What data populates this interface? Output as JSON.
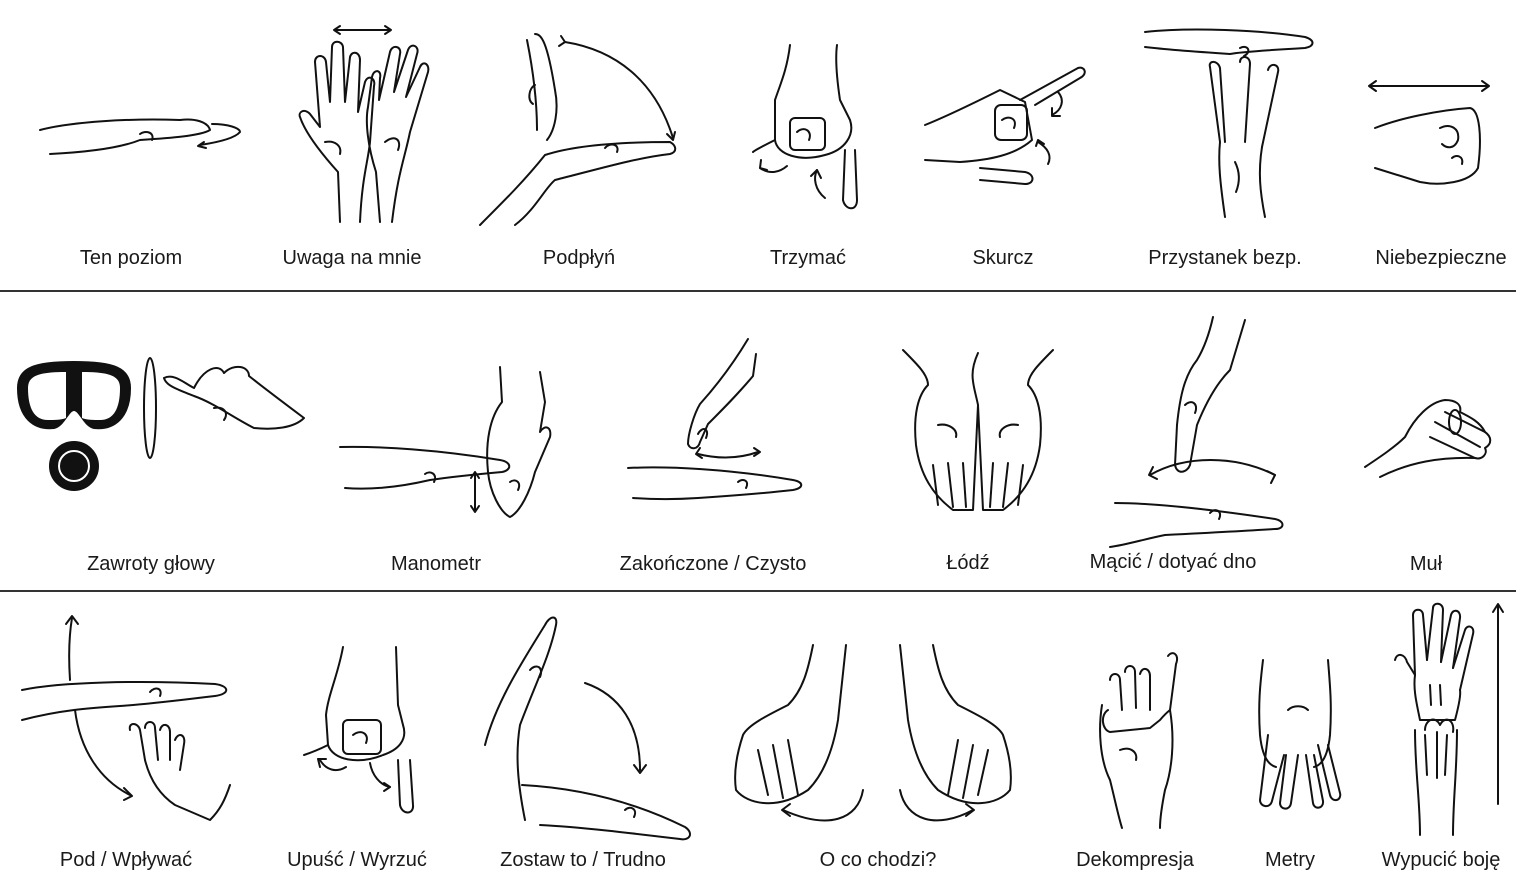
{
  "rows": [
    {
      "signs": [
        {
          "label": "Ten poziom",
          "icon": "flat-hand-wave-icon"
        },
        {
          "label": "Uwaga na mnie",
          "icon": "two-open-hands-icon"
        },
        {
          "label": "Podpłyń",
          "icon": "beckon-hand-icon"
        },
        {
          "label": "Trzymać",
          "icon": "fist-hold-icon"
        },
        {
          "label": "Skurcz",
          "icon": "cramp-fist-icon"
        },
        {
          "label": "Przystanek bezp.",
          "icon": "safety-stop-hand-icon"
        },
        {
          "label": "Niebezpieczne",
          "icon": "danger-fist-icon"
        }
      ]
    },
    {
      "signs": [
        {
          "label": "Zawroty głowy",
          "icon": "dive-mask-dizzy-icon"
        },
        {
          "label": "Manometr",
          "icon": "gauge-check-hand-icon"
        },
        {
          "label": "Zakończone / Czysto",
          "icon": "finished-hand-icon"
        },
        {
          "label": "Łódź",
          "icon": "cupped-hands-boat-icon"
        },
        {
          "label": "Mącić / dotyać dno",
          "icon": "stir-bottom-hand-icon"
        },
        {
          "label": "Muł",
          "icon": "silt-rubbing-fingers-icon"
        }
      ]
    },
    {
      "signs": [
        {
          "label": "Pod  /  Wpływać",
          "icon": "under-swim-in-icon"
        },
        {
          "label": "Upuść / Wyrzuć",
          "icon": "drop-fist-icon"
        },
        {
          "label": "Zostaw to  /  Trudno",
          "icon": "leave-it-hand-icon"
        },
        {
          "label": "O co chodzi?",
          "icon": "palms-up-question-icon"
        },
        {
          "label": "Dekompresja",
          "icon": "decompression-finger-icon"
        },
        {
          "label": "Metry",
          "icon": "meters-fingers-icon"
        },
        {
          "label": "Wypucić boję",
          "icon": "release-buoy-hands-icon"
        }
      ]
    }
  ]
}
